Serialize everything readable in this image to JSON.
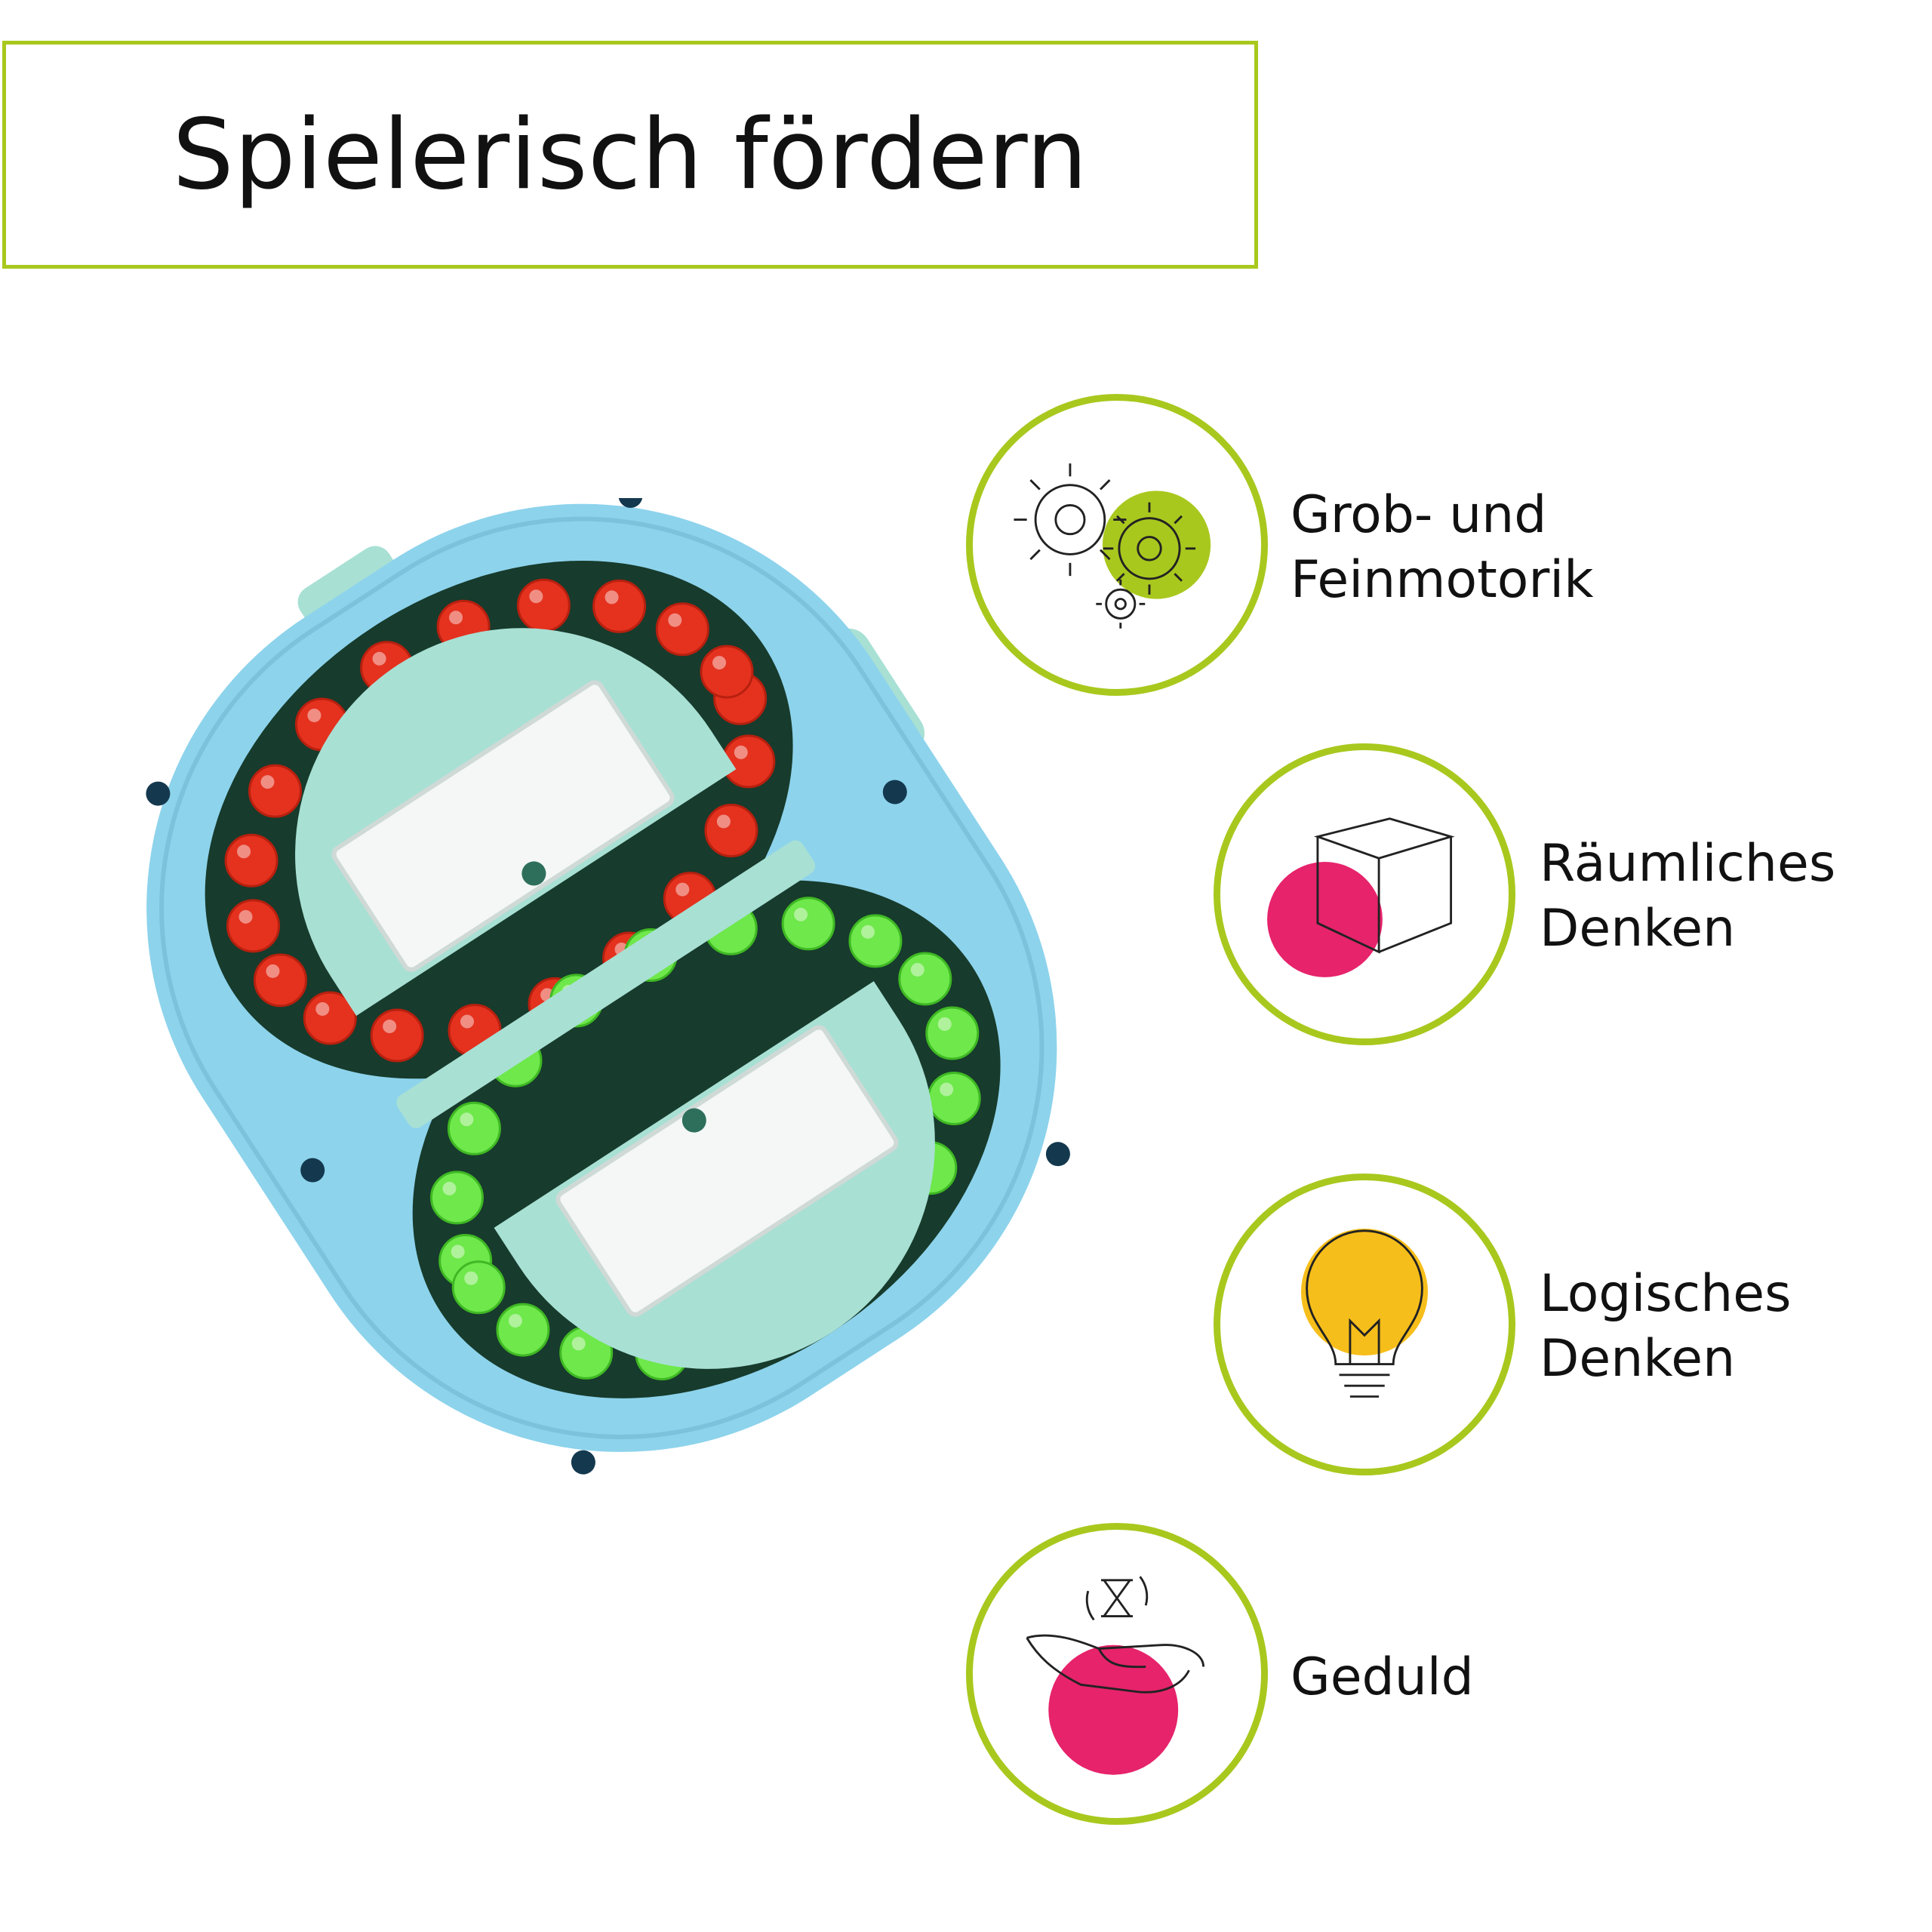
{
  "title": "Spielerisch fördern",
  "colors": {
    "accent_green": "#a8c81e",
    "toy_blue": "#8dd3ec",
    "toy_mint": "#a8e0d4",
    "ball_red": "#e4321f",
    "ball_green": "#6ee84a",
    "magenta": "#e6236b",
    "yellow": "#f6be1a"
  },
  "product": {
    "name_icon": "spinning-bead-puzzle-toy"
  },
  "features": [
    {
      "label": "Grob- und\nFeinmotorik",
      "icon": "gears-icon"
    },
    {
      "label": "Räumliches\nDenken",
      "icon": "cube-icon"
    },
    {
      "label": "Logisches\nDenken",
      "icon": "lightbulb-icon"
    },
    {
      "label": "Geduld",
      "icon": "hand-hourglass-icon"
    }
  ]
}
